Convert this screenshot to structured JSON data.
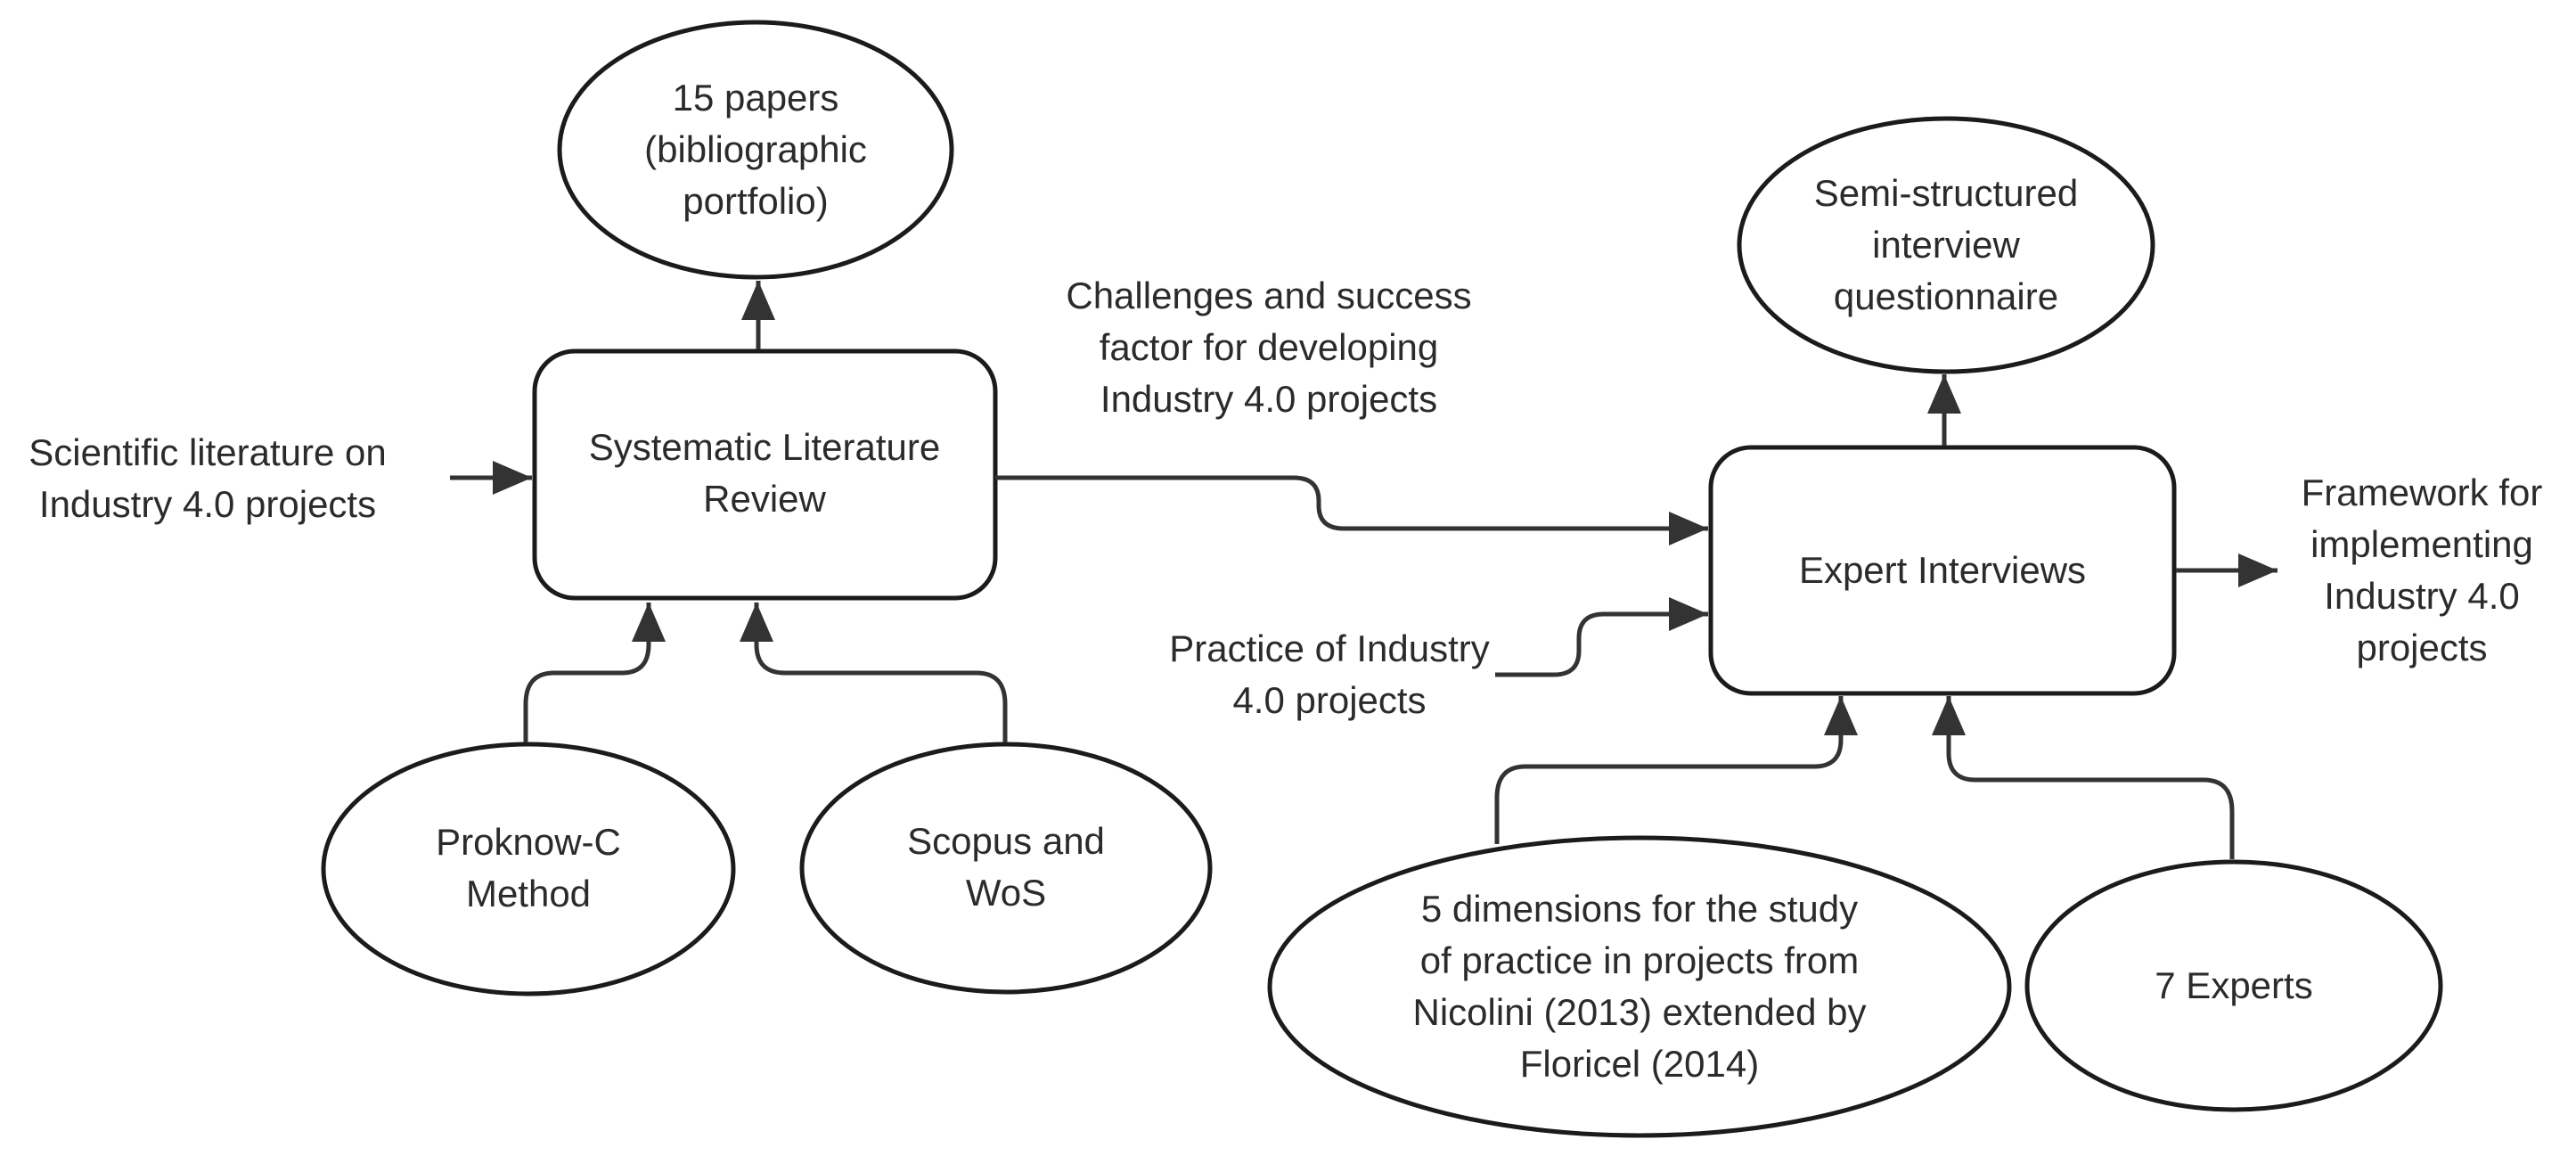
{
  "diagram": {
    "colors": {
      "node_stroke": "#1b1b1b",
      "edge": "#333333",
      "text": "#2b2b2b",
      "fill": "#ffffff"
    },
    "texts": {
      "papers15": {
        "lines": [
          "15 papers",
          "(bibliographic",
          "portfolio)"
        ]
      },
      "slr": {
        "lines": [
          "Systematic Literature",
          "Review"
        ]
      },
      "proknow": {
        "lines": [
          "Proknow-C",
          "Method"
        ]
      },
      "scopus": {
        "lines": [
          "Scopus and",
          "WoS"
        ]
      },
      "expert": {
        "lines": [
          "Expert Interviews"
        ]
      },
      "semi": {
        "lines": [
          "Semi-structured",
          "interview",
          "questionnaire"
        ]
      },
      "dims5": {
        "lines": [
          "5 dimensions for the study",
          "of practice in projects from",
          "Nicolini (2013) extended by",
          "Floricel (2014)"
        ]
      },
      "experts7": {
        "lines": [
          "7 Experts"
        ]
      },
      "scientific": {
        "lines": [
          "Scientific literature on",
          "Industry 4.0 projects"
        ]
      },
      "challenges": {
        "lines": [
          "Challenges and success",
          "factor for developing",
          "Industry 4.0 projects"
        ]
      },
      "practice": {
        "lines": [
          "Practice of Industry",
          "4.0 projects"
        ]
      },
      "framework": {
        "lines": [
          "Framework for",
          "implementing",
          "Industry 4.0",
          "projects"
        ]
      }
    }
  }
}
